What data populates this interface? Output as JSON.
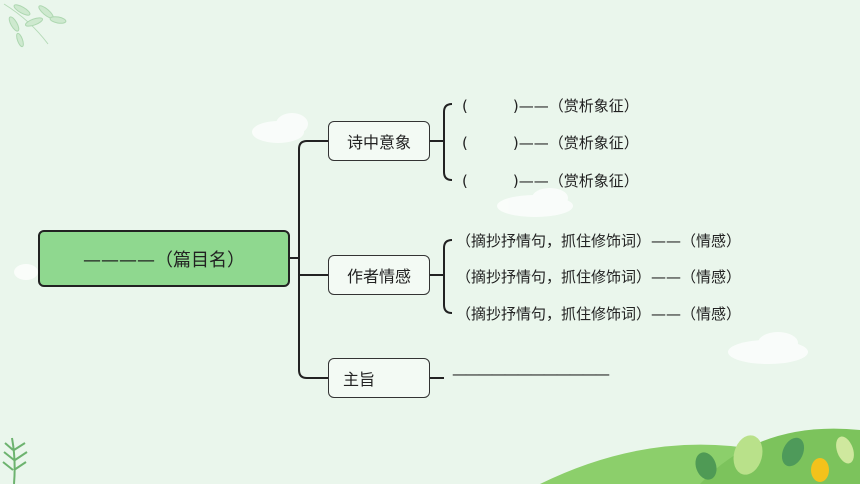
{
  "root": {
    "label": "————（篇目名）"
  },
  "branches": [
    {
      "label": "诗中意象",
      "leaves": [
        "(　　　)——（赏析象征）",
        "(　　　)——（赏析象征）",
        "(　　　)——（赏析象征）"
      ]
    },
    {
      "label": "作者情感",
      "leaves": [
        "（摘抄抒情句，抓住修饰词）——（情感）",
        "（摘抄抒情句，抓住修饰词）——（情感）",
        "（摘抄抒情句，抓住修饰词）——（情感）"
      ]
    },
    {
      "label": "主旨",
      "leaves": [
        "————————————"
      ]
    }
  ]
}
